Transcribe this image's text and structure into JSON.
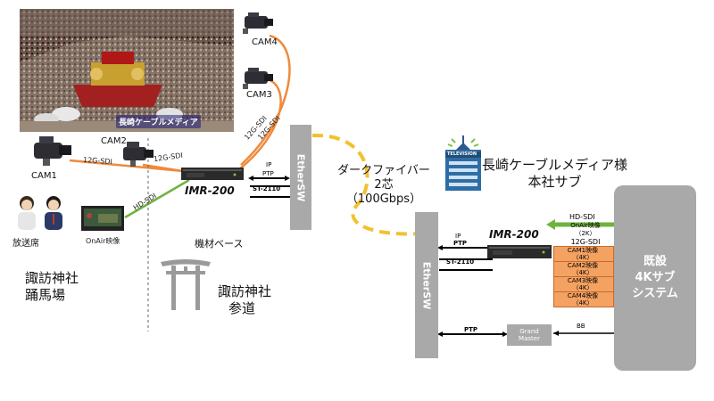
{
  "photo": {
    "caption": "長崎ケーブルメディア"
  },
  "cameras": {
    "cam1": "CAM1",
    "cam2": "CAM2",
    "cam3": "CAM3",
    "cam4": "CAM4"
  },
  "links": {
    "sdi_cam1": "12G-SDI",
    "sdi_cam2": "12G-SDI",
    "sdi_cam3": "12G-SDI",
    "sdi_cam4": "12G-SDI",
    "hd_sdi": "HD-SDI",
    "ip": "IP",
    "ptp": "PTP",
    "st2110": "ST-2110",
    "bb": "BB"
  },
  "left_site": {
    "broadcast_booth": "放送席",
    "onair_monitor": "OnAir映像",
    "venue_line1": "諏訪神社",
    "venue_line2": "踊馬場",
    "equipment_base": "機材ベース",
    "approach_line1": "諏訪神社",
    "approach_line2": "参道",
    "imr": "IMR-200",
    "ethersw": "EtherSW"
  },
  "fiber": {
    "line1": "ダークファイバー",
    "line2": "2芯",
    "line3": "（100Gbps）"
  },
  "hq": {
    "title_line1": "長崎ケーブルメディア様",
    "title_line2": "本社サブ",
    "tv_sign": "TELEVISION",
    "imr": "IMR-200",
    "ethersw": "EtherSW",
    "ip": "IP",
    "ptp": "PTP",
    "st2110": "ST-2110",
    "ptp_gm": "PTP",
    "grandmaster_line1": "Grand",
    "grandmaster_line2": "Master",
    "hd_sdi": "HD-SDI",
    "sdi_12g": "12G-SDI",
    "out_onair": "OnAir映像",
    "out_onair_fmt": "（2K）",
    "out_cam1": "CAM1映像",
    "out_cam1_fmt": "（4K）",
    "out_cam2": "CAM2映像",
    "out_cam2_fmt": "（4K）",
    "out_cam3": "CAM3映像",
    "out_cam3_fmt": "（4K）",
    "out_cam4": "CAM4映像",
    "out_cam4_fmt": "（4K）",
    "system_line1": "既設",
    "system_line2": "4Kサブ",
    "system_line3": "システム"
  },
  "colors": {
    "orange": "#f08a3c",
    "green": "#6fb33f",
    "fiber_yellow": "#f2c12e",
    "gray_box": "#a9a9a9",
    "black": "#000000"
  }
}
